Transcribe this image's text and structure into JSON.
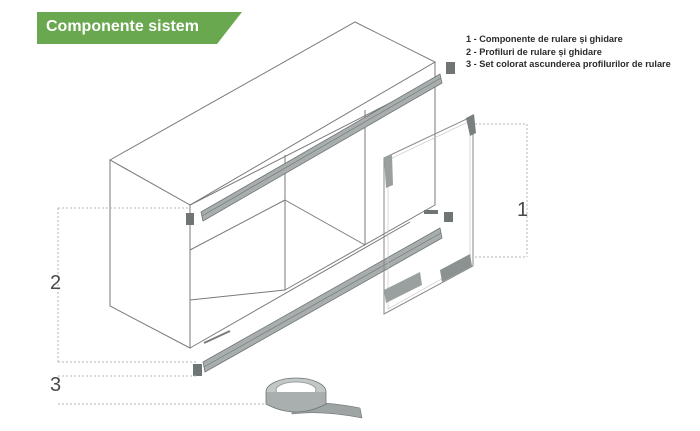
{
  "header": {
    "title": "Componente sistem"
  },
  "legend": {
    "items": [
      "1 - Componente de rulare și ghidare",
      "2 - Profiluri de rulare și ghidare",
      "3 - Set colorat  ascunderea profilurilor de rulare"
    ]
  },
  "callouts": {
    "one": "1",
    "two": "2",
    "three": "3"
  },
  "colors": {
    "banner": "#6aa84f",
    "lines": "#7a7a7a",
    "rail": "#9aa0a0",
    "rail_dark": "#6f7575",
    "dotted": "#b5b5b5"
  },
  "icons": [
    "cabinet-drawing",
    "rail-profile",
    "roller-bracket",
    "glass-door-panel",
    "tape-roll"
  ]
}
